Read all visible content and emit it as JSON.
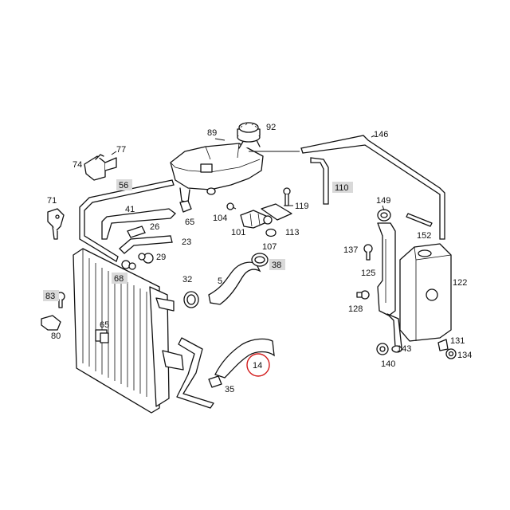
{
  "diagram": {
    "callouts": [
      {
        "id": "89",
        "text": "89"
      },
      {
        "id": "92",
        "text": "92"
      },
      {
        "id": "146",
        "text": "146"
      },
      {
        "id": "77",
        "text": "77"
      },
      {
        "id": "74",
        "text": "74"
      },
      {
        "id": "56",
        "text": "56",
        "boxed": true
      },
      {
        "id": "110",
        "text": "110",
        "boxed": true
      },
      {
        "id": "71",
        "text": "71"
      },
      {
        "id": "41",
        "text": "41"
      },
      {
        "id": "65a",
        "text": "65"
      },
      {
        "id": "104",
        "text": "104"
      },
      {
        "id": "119",
        "text": "119"
      },
      {
        "id": "149",
        "text": "149"
      },
      {
        "id": "26",
        "text": "26"
      },
      {
        "id": "101",
        "text": "101"
      },
      {
        "id": "113",
        "text": "113"
      },
      {
        "id": "152",
        "text": "152"
      },
      {
        "id": "23",
        "text": "23"
      },
      {
        "id": "107",
        "text": "107"
      },
      {
        "id": "137",
        "text": "137"
      },
      {
        "id": "29",
        "text": "29"
      },
      {
        "id": "38",
        "text": "38",
        "boxed": true
      },
      {
        "id": "68",
        "text": "68",
        "boxed": true
      },
      {
        "id": "125",
        "text": "125"
      },
      {
        "id": "32",
        "text": "32"
      },
      {
        "id": "5",
        "text": "5"
      },
      {
        "id": "122",
        "text": "122"
      },
      {
        "id": "83",
        "text": "83",
        "boxed": true
      },
      {
        "id": "128",
        "text": "128"
      },
      {
        "id": "65b",
        "text": "65"
      },
      {
        "id": "80",
        "text": "80"
      },
      {
        "id": "131",
        "text": "131"
      },
      {
        "id": "143",
        "text": "143"
      },
      {
        "id": "134",
        "text": "134"
      },
      {
        "id": "14",
        "text": "14",
        "highlighted": true
      },
      {
        "id": "140",
        "text": "140"
      },
      {
        "id": "35",
        "text": "35"
      }
    ],
    "highlight_color": "#d21b1b",
    "box_color": "#d9d9d9"
  }
}
